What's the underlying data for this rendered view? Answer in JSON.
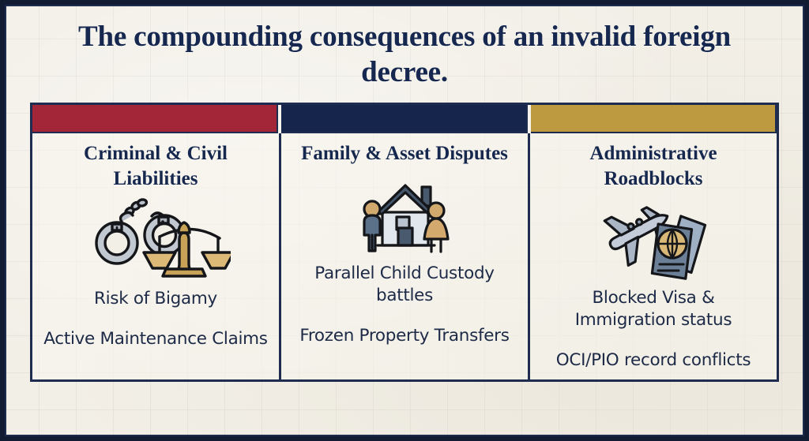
{
  "slide": {
    "title": "The compounding consequences of an invalid foreign decree.",
    "background_color": "#f2efe7",
    "frame_color": "#1d2c4f"
  },
  "columns": [
    {
      "bar_color": "#a32638",
      "heading": "Criminal & Civil Liabilities",
      "icon_name": "handcuffs-and-scales-icon",
      "bullets": [
        "Risk of Bigamy",
        "Active Maintenance Claims"
      ]
    },
    {
      "bar_color": "#15254c",
      "heading": "Family & Asset Disputes",
      "icon_name": "house-with-family-icon",
      "bullets": [
        "Parallel Child Custody battles",
        "Frozen Property Transfers"
      ]
    },
    {
      "bar_color": "#bd9940",
      "heading": "Administrative Roadblocks",
      "icon_name": "airplane-and-passport-icon",
      "bullets": [
        "Blocked Visa & Immigration status",
        "OCI/PIO record conflicts"
      ]
    }
  ]
}
